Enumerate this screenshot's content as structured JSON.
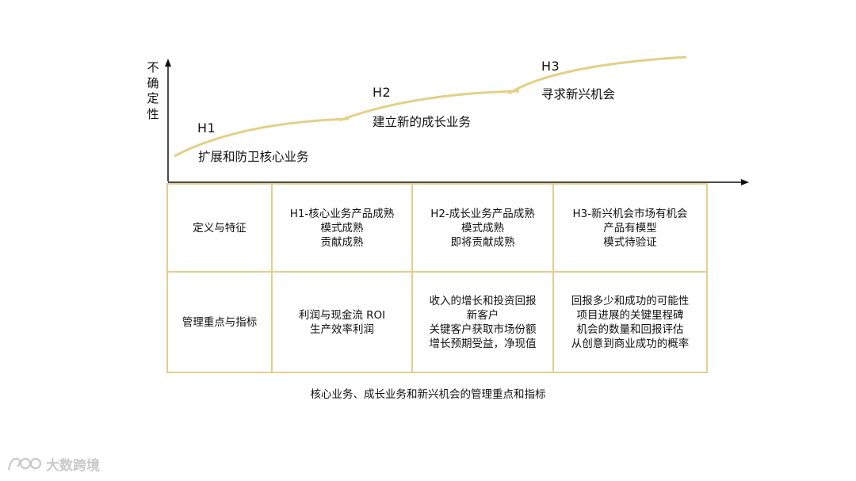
{
  "axis": {
    "y_label": "不确定性"
  },
  "horizons": [
    {
      "label": "H1",
      "desc": "扩展和防卫核心业务"
    },
    {
      "label": "H2",
      "desc": "建立新的成长业务"
    },
    {
      "label": "H3",
      "desc": "寻求新兴机会"
    }
  ],
  "table": {
    "rows": [
      {
        "header": "定义与特征",
        "cells": [
          [
            "H1-核心业务产品成熟",
            "模式成熟",
            "贡献成熟"
          ],
          [
            "H2-成长业务产品成熟",
            "模式成熟",
            "即将贡献成熟"
          ],
          [
            "H3-新兴机会市场有机会",
            "产品有模型",
            "模式待验证"
          ]
        ]
      },
      {
        "header": "管理重点与指标",
        "cells": [
          [
            "利润与现金流 ROI",
            "生产效率利润"
          ],
          [
            "收入的增长和投资回报",
            "新客户",
            "关键客户获取市场份额",
            "增长预期受益，净现值"
          ],
          [
            "回报多少和成功的可能性",
            "项目进展的关键里程碑",
            "机会的数量和回报评估",
            "从创意到商业成功的概率"
          ]
        ]
      }
    ]
  },
  "caption": "核心业务、成长业务和新兴机会的管理重点和指标",
  "watermark": {
    "text": "大数跨境"
  },
  "colors": {
    "curve": "#e5cf86",
    "table_border": "#e3cf8e",
    "axis": "#111111",
    "watermark": "#c9c9c9"
  }
}
